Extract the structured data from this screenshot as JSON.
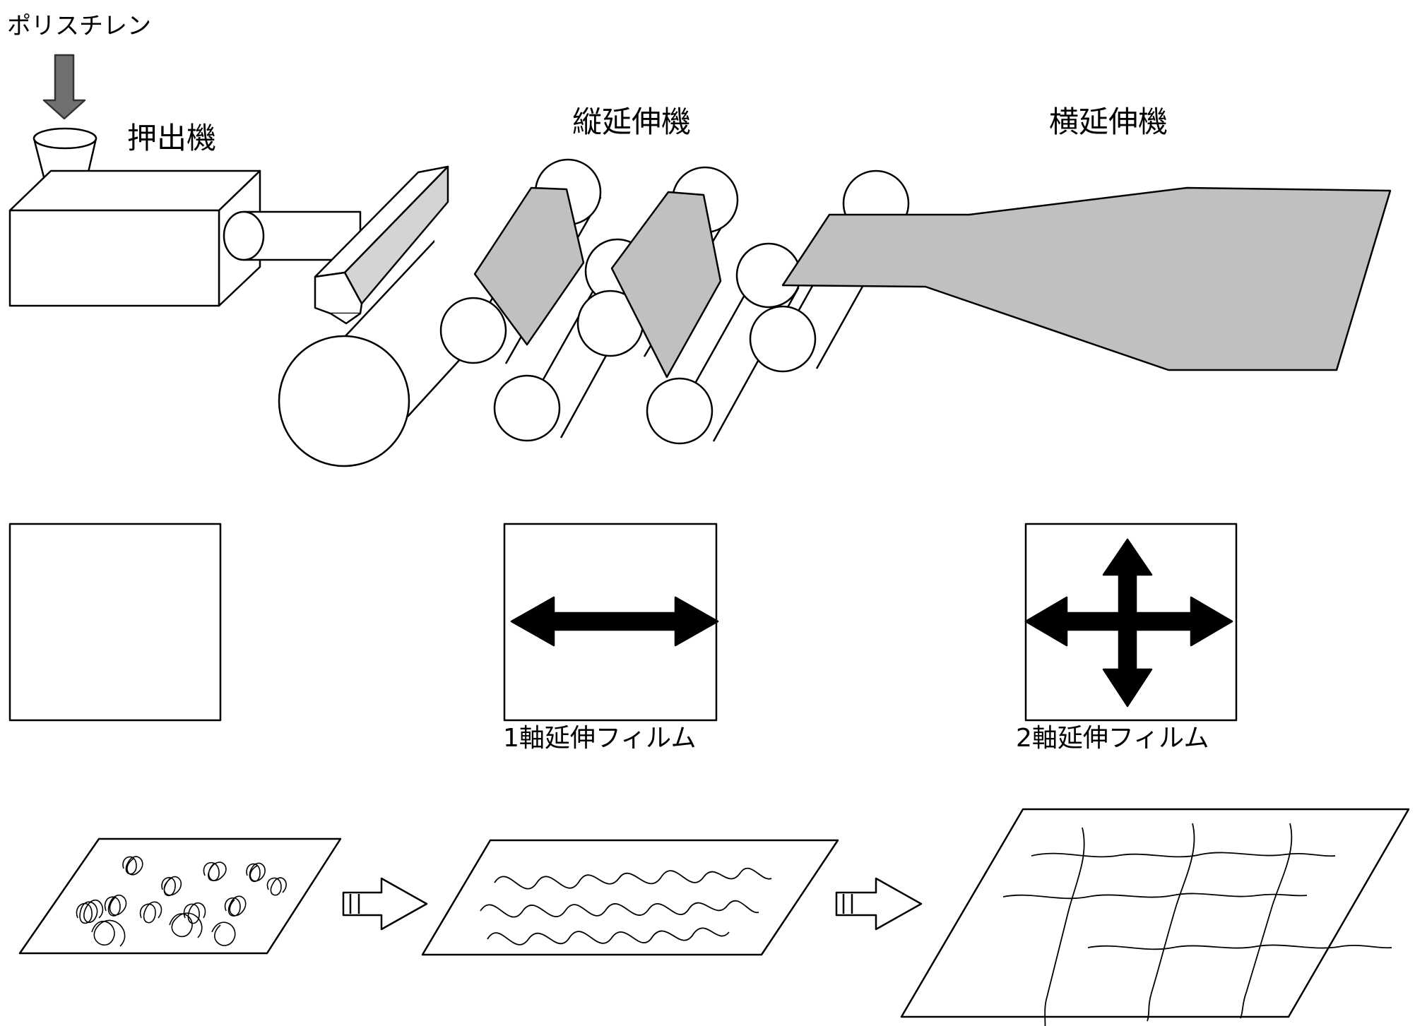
{
  "labels": {
    "polystyrene": "ポリスチレン",
    "extruder": "押出機",
    "longitudinal_stretcher": "縦延伸機",
    "transverse_stretcher": "横延伸機",
    "uniaxial_film": "1軸延伸フィルム",
    "biaxial_film": "2軸延伸フィルム"
  },
  "colors": {
    "film_fill": "#c0c0c0",
    "feed_arrow": "#707070",
    "stroke": "#000000",
    "background": "#ffffff"
  },
  "icons": {
    "feed_arrow": "arrow-down-icon",
    "uniaxial_arrow": "double-arrow-horizontal-icon",
    "biaxial_arrow": "four-way-arrow-icon",
    "process_arrow": "arrow-right-icon"
  }
}
